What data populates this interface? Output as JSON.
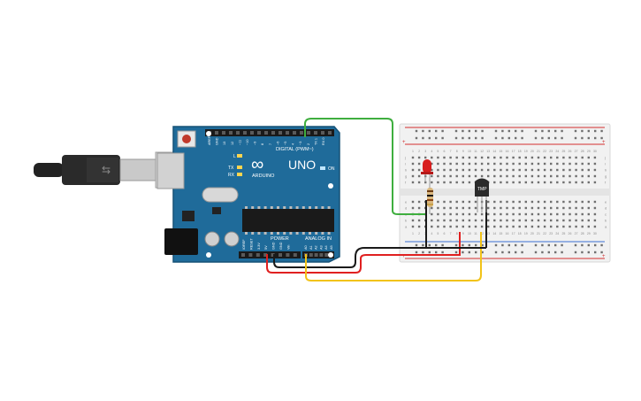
{
  "canvas": {
    "background": "#ffffff"
  },
  "arduino": {
    "board_color": "#1f6b9a",
    "logo_text": "ARDUINO",
    "model_text": "UNO",
    "digital_label": "DIGITAL (PWM~)",
    "power_label": "POWER",
    "analog_label": "ANALOG IN",
    "on_label": "ON",
    "l_label": "L",
    "tx_label": "TX",
    "rx_label": "RX",
    "aref_label": "AREF",
    "gnd_label": "GND",
    "digital_pins": [
      "13",
      "12",
      "~11",
      "~10",
      "~9",
      "8",
      "7",
      "~6",
      "~5",
      "4",
      "~3",
      "2",
      "TX 1",
      "RX 0"
    ],
    "power_pins": [
      "IOREF",
      "RESET",
      "3.3V",
      "5V",
      "GND",
      "GND",
      "Vin"
    ],
    "analog_pins": [
      "A0",
      "A1",
      "A2",
      "A3",
      "A4",
      "A5"
    ]
  },
  "usb_cable": {
    "color": "#222222",
    "connector_color": "#c9c9c9"
  },
  "breadboard": {
    "color": "#f1f1f1",
    "rail_red": "#d32f2f",
    "rail_blue": "#3b6ed3",
    "row_letters_top": [
      "j",
      "i",
      "h",
      "g",
      "f"
    ],
    "row_letters_bottom": [
      "e",
      "d",
      "c",
      "b",
      "a"
    ],
    "column_numbers": [
      "1",
      "2",
      "3",
      "4",
      "5",
      "6",
      "7",
      "8",
      "9",
      "10",
      "11",
      "12",
      "13",
      "14",
      "15",
      "16",
      "17",
      "18",
      "19",
      "20",
      "21",
      "22",
      "23",
      "24",
      "25",
      "26",
      "27",
      "28",
      "29",
      "30"
    ]
  },
  "sensor": {
    "label": "TMP",
    "color": "#2b2b2b"
  },
  "led": {
    "color": "#d81e1e"
  },
  "wires": {
    "green": "#3fae3f",
    "red": "#e02020",
    "black": "#1a1a1a",
    "yellow": "#f2c318"
  }
}
